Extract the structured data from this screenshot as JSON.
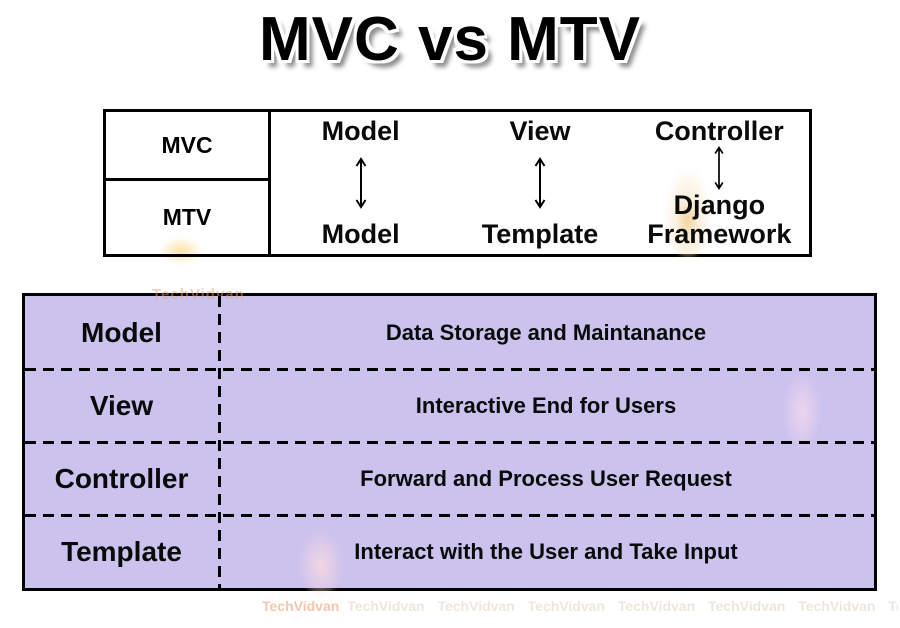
{
  "title": "MVC vs MTV",
  "comparison_table": {
    "row_labels": [
      "MVC",
      "MTV"
    ],
    "pairs": [
      {
        "mvc": "Model",
        "mtv": "Model"
      },
      {
        "mvc": "View",
        "mtv": "Template"
      },
      {
        "mvc": "Controller",
        "mtv": "Django Framework"
      }
    ],
    "arrow_icon": "up-down-arrow"
  },
  "definitions_table": {
    "bg_color": "#cbc2ee",
    "rows": [
      {
        "term": "Model",
        "description": "Data Storage and Maintanance"
      },
      {
        "term": "View",
        "description": "Interactive End for Users"
      },
      {
        "term": "Controller",
        "description": "Forward and Process User Request"
      },
      {
        "term": "Template",
        "description": "Interact with the User and Take Input"
      }
    ]
  },
  "watermark": {
    "text": "TechVidvan",
    "repeat_count": 12
  }
}
